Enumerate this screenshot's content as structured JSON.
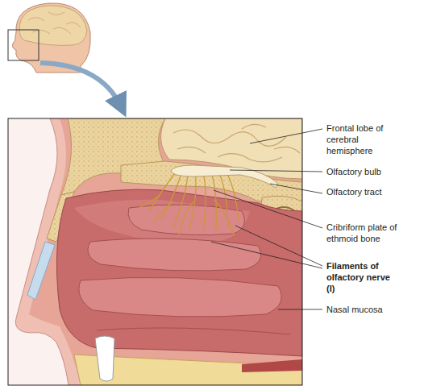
{
  "diagram": {
    "labels": [
      "Frontal lobe of cerebral hemisphere",
      "Olfactory bulb",
      "Olfactory tract",
      "Cribriform plate of ethmoid bone",
      "Filaments of olfactory nerve (I)",
      "Nasal mucosa"
    ]
  }
}
